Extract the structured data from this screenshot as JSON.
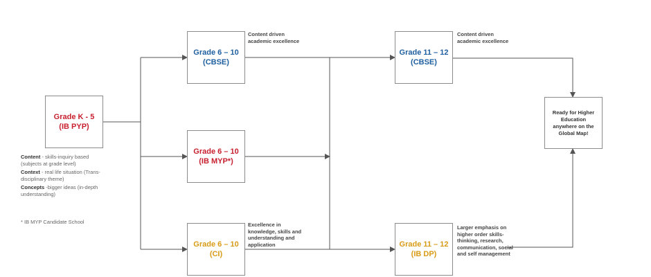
{
  "boxes": {
    "k5": {
      "grade": "Grade K - 5",
      "program": "(IB PYP)"
    },
    "cbse_6_10": {
      "grade": "Grade 6 – 10",
      "program": "(CBSE)"
    },
    "ibmyp_6_10": {
      "grade": "Grade 6 – 10",
      "program": "(IB MYP*)"
    },
    "ci_6_10": {
      "grade": "Grade 6 – 10",
      "program": "(CI)"
    },
    "cbse_11_12": {
      "grade": "Grade 11 – 12",
      "program": "(CBSE)"
    },
    "ibdp_11_12": {
      "grade": "Grade 11 – 12",
      "program": "(IB DP)"
    },
    "ready": {
      "text": "Ready for Higher Education anywhere on the Global Map!"
    }
  },
  "notes": {
    "cbse_6_10": "Content driven academic excellence",
    "cbse_11_12": "Content driven academic excellence",
    "ci_6_10": "Excellence in knowledge, skills and understanding and application",
    "ibdp_11_12": "Larger emphasis on higher order skills-thinking, research, communication, social and self management"
  },
  "description": {
    "content_label": "Content",
    "content_text": " - skills-inquiry based (subjects at grade level)",
    "context_label": "Context",
    "context_text": " - real life situation (Trans-disciplinary theme)",
    "concepts_label": "Concepts",
    "concepts_text": " -bigger ideas (in-depth understanding)"
  },
  "footnote": "* IB MYP Candidate School",
  "colors": {
    "red": "#c8202f",
    "blue": "#1f5fa0",
    "gold": "#d89b16",
    "line": "#555555"
  }
}
